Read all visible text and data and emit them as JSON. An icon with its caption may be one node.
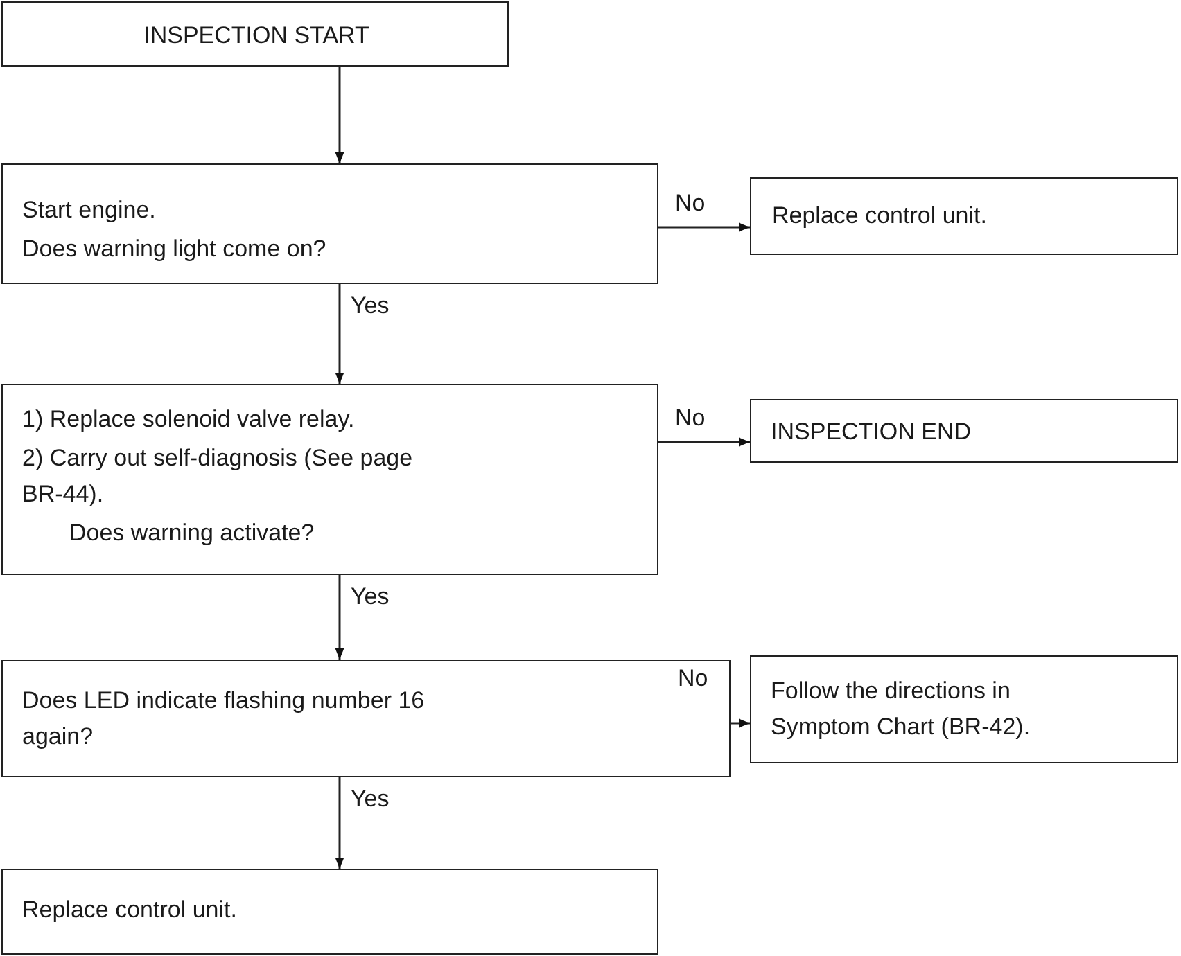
{
  "diagram": {
    "nodes": [
      {
        "text": [
          "INSPECTION START"
        ]
      },
      {
        "text": [
          "Start engine.",
          "Does warning light come on?"
        ]
      },
      {
        "text": [
          "Replace control unit."
        ]
      },
      {
        "text": [
          "1) Replace solenoid valve relay.",
          "2) Carry out self-diagnosis (See page BR-44).",
          "Does warning activate?"
        ]
      },
      {
        "text": [
          "INSPECTION END"
        ]
      },
      {
        "text": [
          "Does LED indicate flashing number 16 again?"
        ]
      },
      {
        "text": [
          "Follow the directions in Symptom Chart (BR-42)."
        ]
      },
      {
        "text": [
          "Replace control unit."
        ]
      }
    ],
    "edges": [
      {
        "from": 0,
        "to": 1,
        "arrow": "to"
      },
      {
        "from": 1,
        "to": 2,
        "arrow": "to",
        "label": "No"
      },
      {
        "from": 1,
        "to": 3,
        "arrow": "to",
        "label": "Yes"
      },
      {
        "from": 3,
        "to": 4,
        "arrow": "to",
        "label": "No"
      },
      {
        "from": 3,
        "to": 5,
        "arrow": "to",
        "label": "Yes"
      },
      {
        "from": 5,
        "to": 6,
        "arrow": "to",
        "label": "No"
      },
      {
        "from": 5,
        "to": 7,
        "arrow": "to",
        "label": "Yes"
      }
    ]
  }
}
